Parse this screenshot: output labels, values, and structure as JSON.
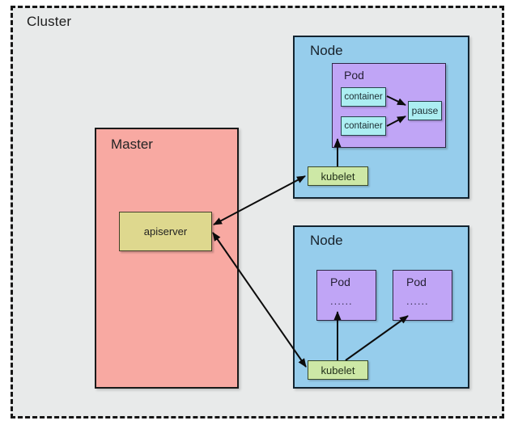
{
  "cluster": {
    "label": "Cluster"
  },
  "master": {
    "label": "Master",
    "apiserver": {
      "label": "apiserver"
    }
  },
  "nodes": {
    "top": {
      "label": "Node",
      "pod": {
        "label": "Pod",
        "containers": [
          {
            "label": "container"
          },
          {
            "label": "container"
          }
        ],
        "pause": {
          "label": "pause"
        }
      },
      "kubelet": {
        "label": "kubelet"
      }
    },
    "bottom": {
      "label": "Node",
      "pods": [
        {
          "label": "Pod",
          "dots": "......"
        },
        {
          "label": "Pod",
          "dots": "......"
        }
      ],
      "kubelet": {
        "label": "kubelet"
      }
    }
  },
  "edges": [
    {
      "from": "apiserver",
      "to": "node-top-kubelet",
      "direction": "both"
    },
    {
      "from": "apiserver",
      "to": "node-bottom-kubelet",
      "direction": "both"
    },
    {
      "from": "node-top-kubelet",
      "to": "node-top-pod",
      "direction": "to"
    },
    {
      "from": "node-top-container-1",
      "to": "pause",
      "direction": "to"
    },
    {
      "from": "node-top-container-2",
      "to": "pause",
      "direction": "to"
    },
    {
      "from": "node-bottom-kubelet",
      "to": "node-bottom-pod-1",
      "direction": "to"
    },
    {
      "from": "node-bottom-kubelet",
      "to": "node-bottom-pod-2",
      "direction": "to"
    }
  ],
  "colors": {
    "cluster_bg": "#e8eaea",
    "master_fill": "#f8a9a2",
    "node_fill": "#96cdec",
    "pod_fill": "#c0a5f6",
    "container_fill": "#aceef2",
    "pause_fill": "#aceef2",
    "kubelet_fill": "#cde8a6",
    "apiserver_fill": "#ded88e",
    "border": "#151515",
    "arrow": "#0c0c0c"
  }
}
